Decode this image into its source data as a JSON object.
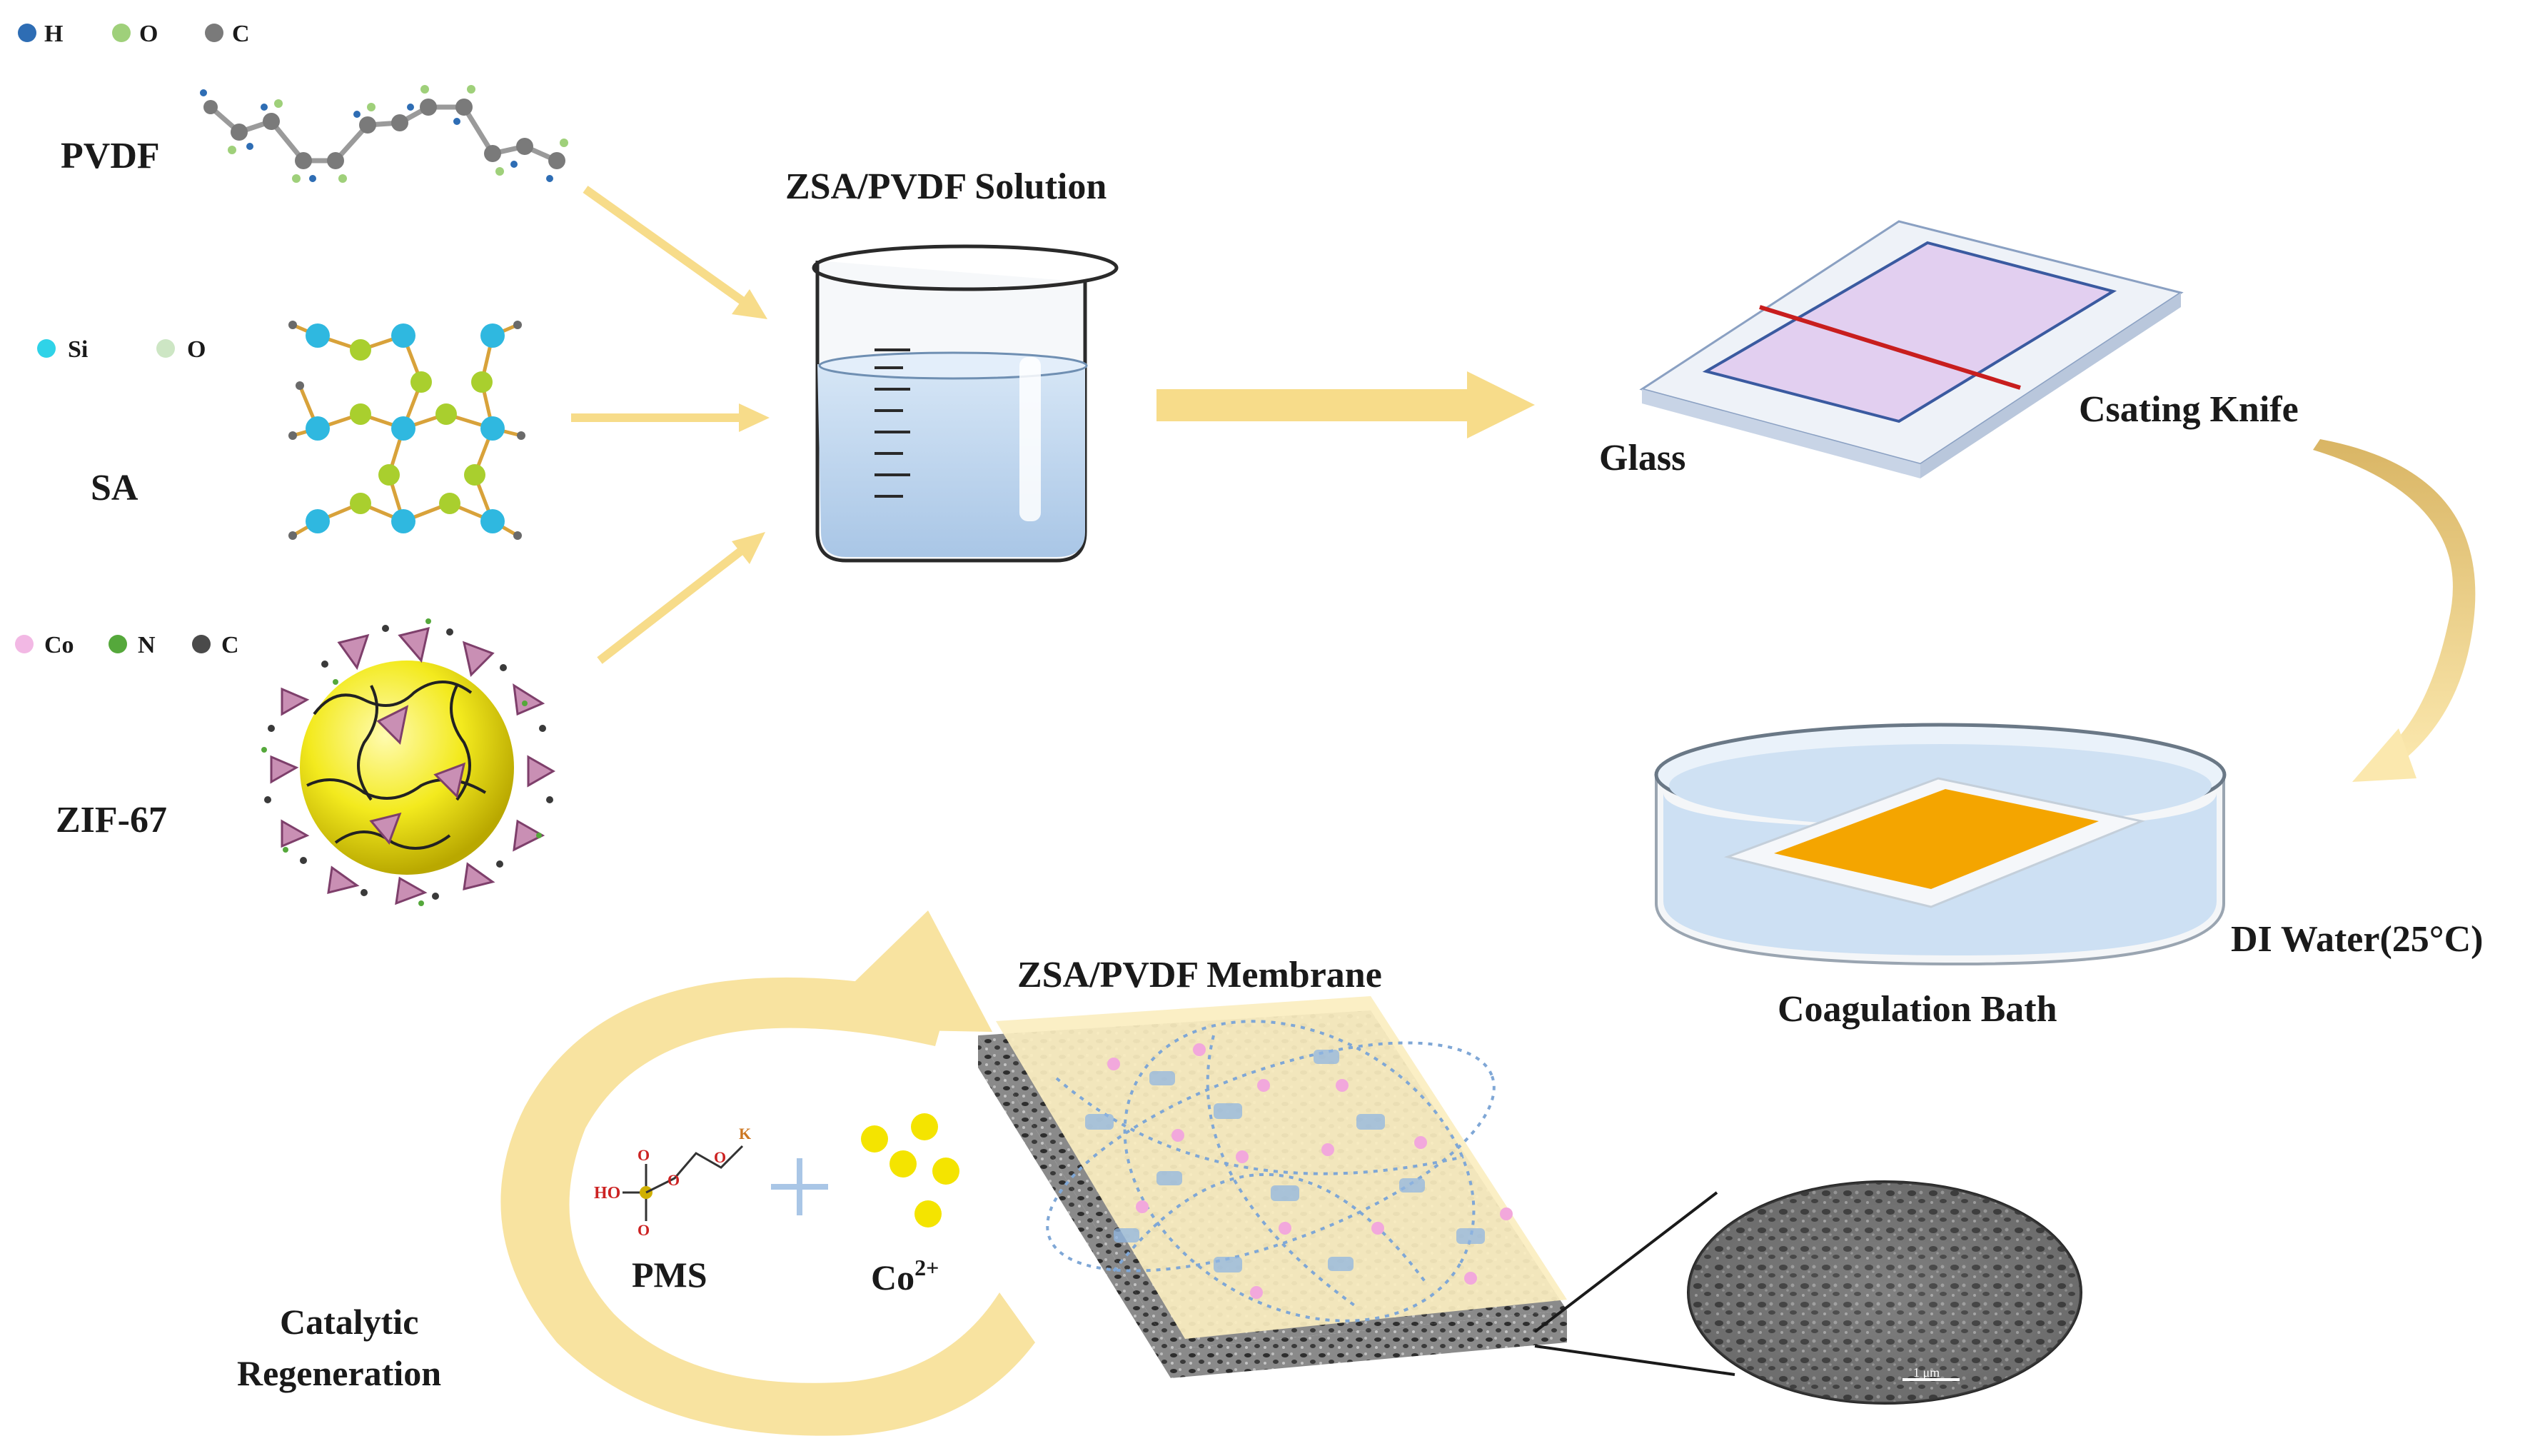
{
  "legend_pvdf": [
    "H",
    "O",
    "C"
  ],
  "legend_sa": [
    "Si",
    "O"
  ],
  "legend_zif": [
    "Co",
    "N",
    "C"
  ],
  "labels": {
    "pvdf": "PVDF",
    "sa": "SA",
    "zif": "ZIF-67",
    "solution": "ZSA/PVDF Solution",
    "glass": "Glass",
    "knife": "Csating Knife",
    "bath": "Coagulation Bath",
    "water": "DI Water(25°C)",
    "membrane": "ZSA/PVDF Membrane",
    "pms": "PMS",
    "co_base": "Co",
    "co_sup": "2+",
    "catalytic": "Catalytic",
    "regeneration": "Regeneration",
    "scale": "1 μm",
    "pms_ho": "HO",
    "pms_k": "K"
  },
  "colors": {
    "arrow": "#f7dc8a",
    "H": "#2e6db4",
    "O_green": "#9fd07a",
    "C": "#7a7a7a",
    "Si": "#2fd3e8",
    "O_pale": "#cde6c4",
    "Co": "#f2b8e4",
    "N": "#55a83b",
    "C_dark": "#4a4a4a",
    "zif_sphere": "#f3ea1e",
    "glass_film": "#e2cff0",
    "knife_line": "#c81e1e",
    "bath_water": "#c9def2",
    "membrane_film": "#f4a500",
    "co_ion": "#f4e400",
    "membrane_top": "#fbeec0"
  }
}
